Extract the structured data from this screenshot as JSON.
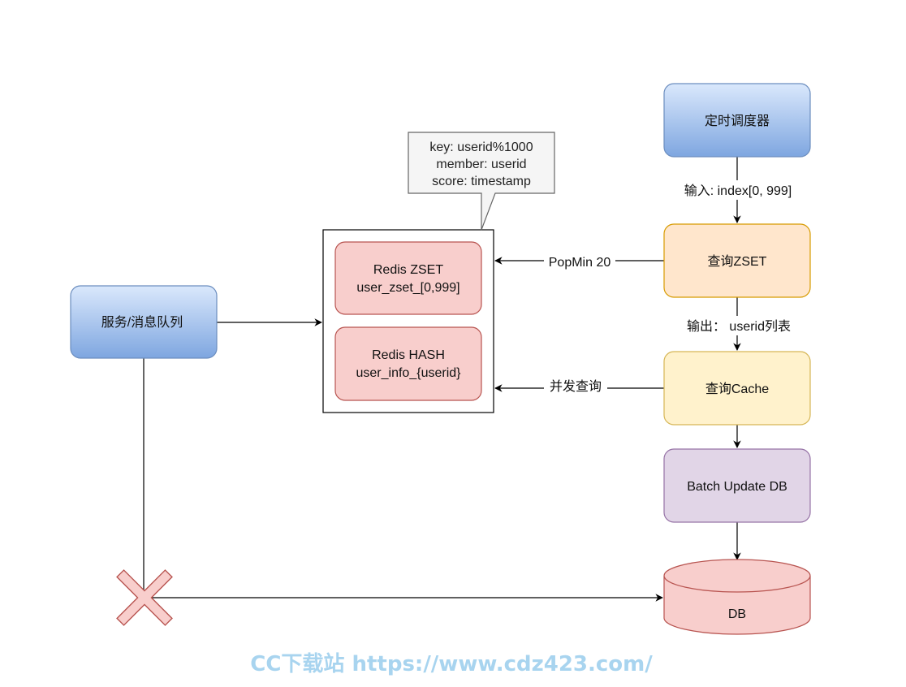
{
  "nodes": {
    "scheduler": {
      "label": "定时调度器"
    },
    "query_zset": {
      "label": "查询ZSET"
    },
    "query_cache": {
      "label": "查询Cache"
    },
    "batch_update": {
      "label": "Batch Update DB"
    },
    "db": {
      "label": "DB"
    },
    "service_mq": {
      "label": "服务/消息队列"
    },
    "redis_zset": {
      "line1": "Redis ZSET",
      "line2": "user_zset_[0,999]"
    },
    "redis_hash": {
      "line1": "Redis HASH",
      "line2": "user_info_{userid}"
    },
    "note": {
      "line1": "key: userid%1000",
      "line2": "member: userid",
      "line3": "score: timestamp"
    }
  },
  "edges": {
    "input_label": "输入: index[0, 999]",
    "output_label": "输出： userid列表",
    "popmin_label": "PopMin 20",
    "concurrent_label": "并发查询"
  },
  "watermark": "CC下载站  https://www.cdz423.com/",
  "colors": {
    "blue_fill": "#7ea6e0",
    "orange_fill": "#ffe6cc",
    "yellow_fill": "#fff2cc",
    "purple_fill": "#e1d5e7",
    "red_fill": "#f8cecc",
    "note_fill": "#f5f5f5"
  }
}
